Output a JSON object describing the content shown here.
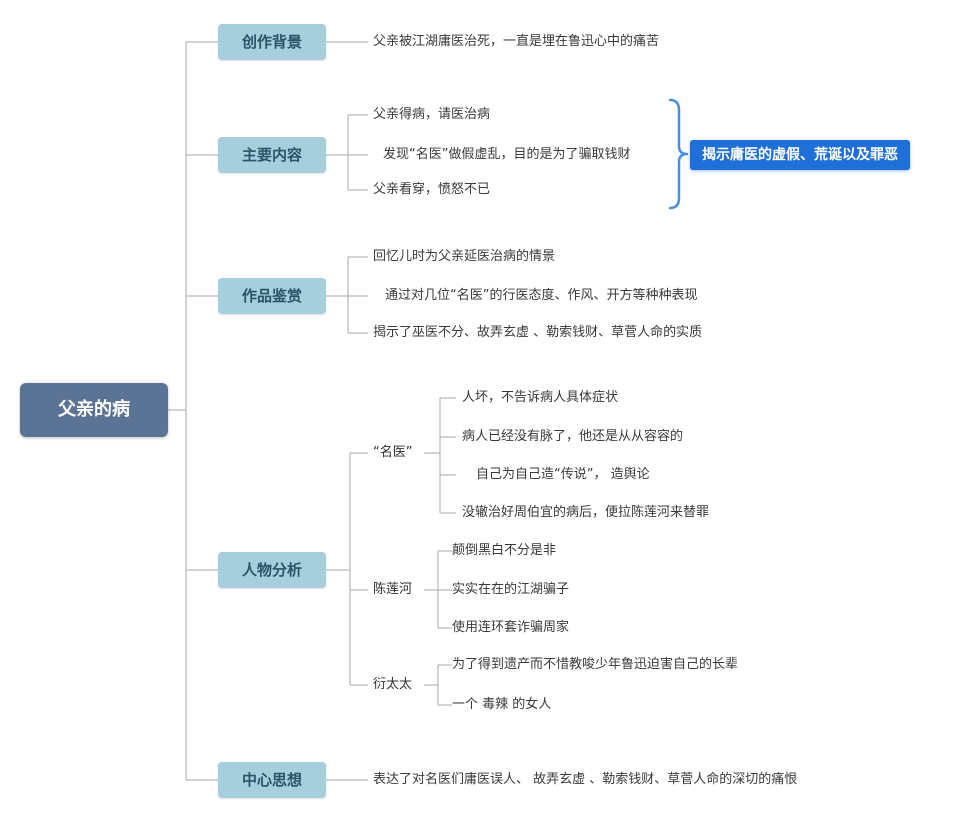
{
  "root": {
    "label": "父亲的病"
  },
  "branches": [
    {
      "label": "创作背景",
      "leaves": [
        "父亲被江湖庸医治死，一直是埋在鲁迅心中的痛苦"
      ]
    },
    {
      "label": "主要内容",
      "leaves": [
        "父亲得病，请医治病",
        "发现“名医”做假虚乱，目的是为了骗取钱财",
        "父亲看穿，愤怒不已"
      ],
      "callout": "揭示庸医的虚假、荒诞以及罪恶"
    },
    {
      "label": "作品鉴赏",
      "leaves": [
        "回忆儿时为父亲延医治病的情景",
        "通过对几位“名医”的行医态度、作风、开方等种种表现",
        "揭示了巫医不分、故弄玄虚 、勒索钱财、草菅人命的实质"
      ]
    },
    {
      "label": "人物分析",
      "children": [
        {
          "label": "“名医”",
          "leaves": [
            "人坏，不告诉病人具体症状",
            "病人已经没有脉了，他还是从从容容的",
            "自己为自己造“传说”， 造舆论",
            "没辙治好周伯宜的病后，便拉陈莲河来替罪"
          ]
        },
        {
          "label": "陈莲河",
          "leaves": [
            "颠倒黑白不分是非",
            "实实在在的江湖骗子",
            "使用连环套诈骗周家"
          ]
        },
        {
          "label": "衍太太",
          "leaves": [
            "为了得到遗产而不惜教唆少年鲁迅迫害自己的长辈",
            "一个 毒辣 的女人"
          ]
        }
      ]
    },
    {
      "label": "中心思想",
      "leaves": [
        "表达了对名医们庸医误人、 故弄玄虚 、勒索钱财、草菅人命的深切的痛恨"
      ]
    }
  ],
  "colors": {
    "root_bg": "#5b7394",
    "topic_bg": "#a6cedd",
    "topic_text": "#2a5568",
    "callout_bg": "#1e6fd8",
    "line": "#a9a9a9",
    "brace": "#4a8fd8"
  }
}
